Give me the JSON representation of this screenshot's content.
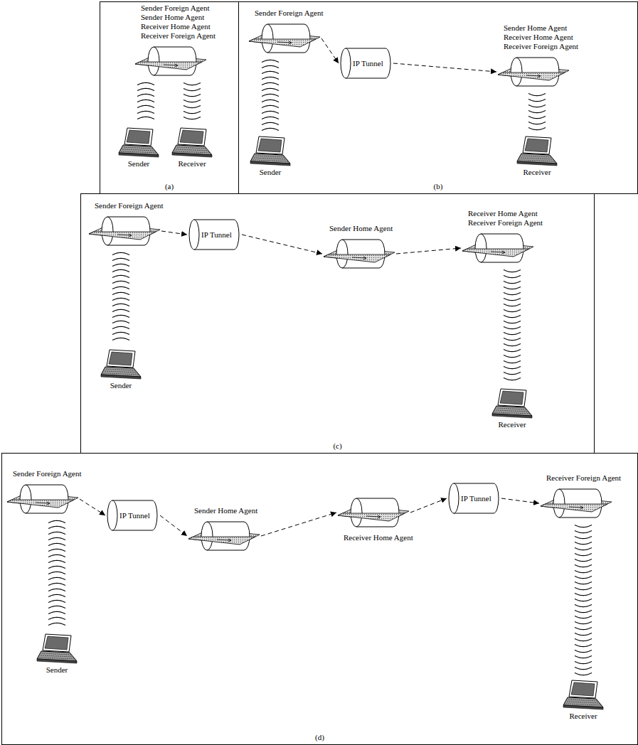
{
  "diagram": {
    "nodes": [
      {
        "text": [
          "(a)"
        ]
      },
      {
        "text": [
          "Sender Foreign Agent",
          "Sender Home Agent",
          "Receiver Home Agent",
          "Receiver Foreign Agent"
        ],
        "in": 0
      },
      {
        "text": [
          "Sender"
        ],
        "in": 0
      },
      {
        "text": [
          "Receiver"
        ],
        "in": 0
      },
      {
        "text": [
          "(b)"
        ]
      },
      {
        "text": [
          "Sender Foreign Agent"
        ],
        "in": 4
      },
      {
        "text": [
          "IP Tunnel"
        ],
        "in": 4
      },
      {
        "text": [
          "Sender Home Agent",
          "Receiver Home Agent",
          "Receiver Foreign Agent"
        ],
        "in": 4
      },
      {
        "text": [
          "Sender"
        ],
        "in": 4
      },
      {
        "text": [
          "Receiver"
        ],
        "in": 4
      },
      {
        "text": [
          "(c)"
        ]
      },
      {
        "text": [
          "Sender Foreign Agent"
        ],
        "in": 10
      },
      {
        "text": [
          "IP Tunnel"
        ],
        "in": 10
      },
      {
        "text": [
          "Sender Home Agent"
        ],
        "in": 10
      },
      {
        "text": [
          "Receiver Home Agent",
          "Receiver Foreign Agent"
        ],
        "in": 10
      },
      {
        "text": [
          "Sender"
        ],
        "in": 10
      },
      {
        "text": [
          "Receiver"
        ],
        "in": 10
      },
      {
        "text": [
          "(d)"
        ]
      },
      {
        "text": [
          "Sender Foreign Agent"
        ],
        "in": 17
      },
      {
        "text": [
          "IP Tunnel"
        ],
        "in": 17
      },
      {
        "text": [
          "Sender Home Agent"
        ],
        "in": 17
      },
      {
        "text": [
          "Receiver Home Agent"
        ],
        "in": 17
      },
      {
        "text": [
          "IP Tunnel"
        ],
        "in": 17
      },
      {
        "text": [
          "Receiver Foreign Agent"
        ],
        "in": 17
      },
      {
        "text": [
          "Sender"
        ],
        "in": 17
      },
      {
        "text": [
          "Receiver"
        ],
        "in": 17
      }
    ],
    "edges": [
      {
        "from": 2,
        "to": 1,
        "arrow": "none"
      },
      {
        "from": 1,
        "to": 3,
        "arrow": "none"
      },
      {
        "from": 8,
        "to": 5,
        "arrow": "none"
      },
      {
        "from": 5,
        "to": 6,
        "arrow": "to"
      },
      {
        "from": 6,
        "to": 7,
        "arrow": "to"
      },
      {
        "from": 7,
        "to": 9,
        "arrow": "none"
      },
      {
        "from": 15,
        "to": 11,
        "arrow": "none"
      },
      {
        "from": 11,
        "to": 12,
        "arrow": "to"
      },
      {
        "from": 12,
        "to": 13,
        "arrow": "to"
      },
      {
        "from": 13,
        "to": 14,
        "arrow": "to"
      },
      {
        "from": 14,
        "to": 16,
        "arrow": "none"
      },
      {
        "from": 24,
        "to": 18,
        "arrow": "none"
      },
      {
        "from": 18,
        "to": 19,
        "arrow": "to"
      },
      {
        "from": 19,
        "to": 20,
        "arrow": "to"
      },
      {
        "from": 20,
        "to": 21,
        "arrow": "to"
      },
      {
        "from": 21,
        "to": 22,
        "arrow": "to"
      },
      {
        "from": 22,
        "to": 23,
        "arrow": "to"
      },
      {
        "from": 23,
        "to": 25,
        "arrow": "none"
      }
    ]
  }
}
